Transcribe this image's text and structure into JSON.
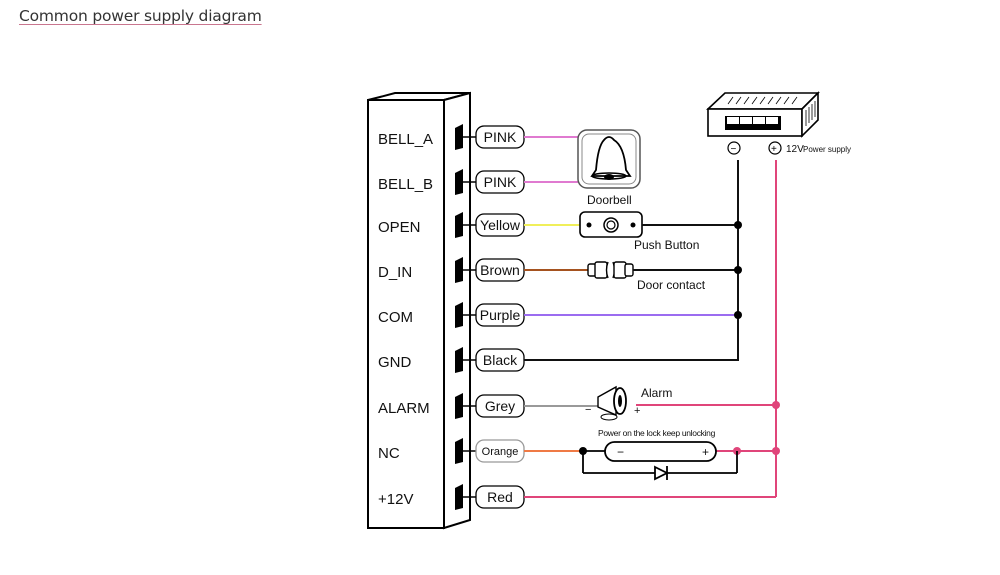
{
  "title": "Common power supply diagram",
  "controller": {
    "terminals": [
      {
        "name": "BELL_A",
        "wire": "PINK",
        "wire_color": "#e07ad0"
      },
      {
        "name": "BELL_B",
        "wire": "PINK",
        "wire_color": "#e07ad0"
      },
      {
        "name": "OPEN",
        "wire": "Yellow",
        "wire_color": "#f0ef5a"
      },
      {
        "name": "D_IN",
        "wire": "Brown",
        "wire_color": "#a5521f"
      },
      {
        "name": "COM",
        "wire": "Purple",
        "wire_color": "#9b6cf0"
      },
      {
        "name": "GND",
        "wire": "Black",
        "wire_color": "#111111"
      },
      {
        "name": "ALARM",
        "wire": "Grey",
        "wire_color": "#999999"
      },
      {
        "name": "NC",
        "wire": "Orange",
        "wire_color": "#ef7a45"
      },
      {
        "name": "+12V",
        "wire": "Red",
        "wire_color": "#e0457a"
      }
    ]
  },
  "devices": {
    "doorbell": "Doorbell",
    "push_button": "Push Button",
    "door_contact": "Door contact",
    "alarm": "Alarm",
    "alarm_minus": "−",
    "alarm_plus": "+",
    "lock_note": "Power on the lock keep unlocking",
    "lock_minus": "−",
    "lock_plus": "+",
    "psu_minus": "−",
    "psu_plus": "+",
    "psu_label": "12V",
    "psu_sublabel": "Power supply"
  },
  "colors": {
    "positive_rail": "#e0457a",
    "negative_rail": "#111111"
  }
}
